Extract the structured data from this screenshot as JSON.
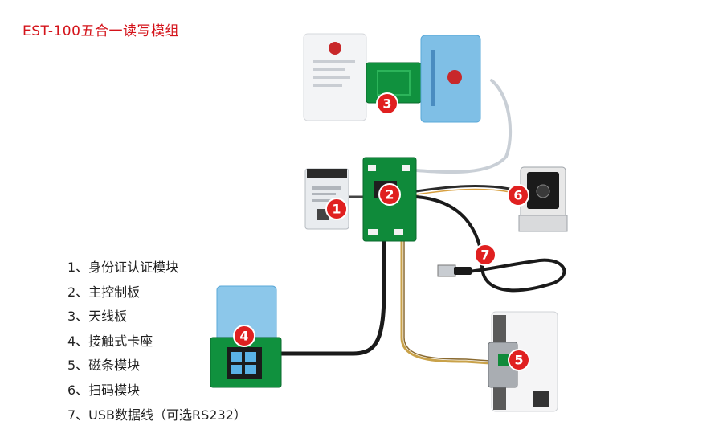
{
  "title": "EST-100五合一读写模组",
  "legend": [
    {
      "number": "1",
      "label": "1、身份证认证模块"
    },
    {
      "number": "2",
      "label": "2、主控制板"
    },
    {
      "number": "3",
      "label": "3、天线板"
    },
    {
      "number": "4",
      "label": "4、接触式卡座"
    },
    {
      "number": "5",
      "label": "5、磁条模块"
    },
    {
      "number": "6",
      "label": "6、扫码模块"
    },
    {
      "number": "7",
      "label": "7、USB数据线（可选RS232）"
    }
  ],
  "badges": [
    "1",
    "2",
    "3",
    "4",
    "5",
    "6",
    "7"
  ],
  "colors": {
    "badge": "#e02020",
    "title": "#d4131a",
    "pcb_green": "#0f8a3a",
    "cable": "#2a2a2a"
  }
}
